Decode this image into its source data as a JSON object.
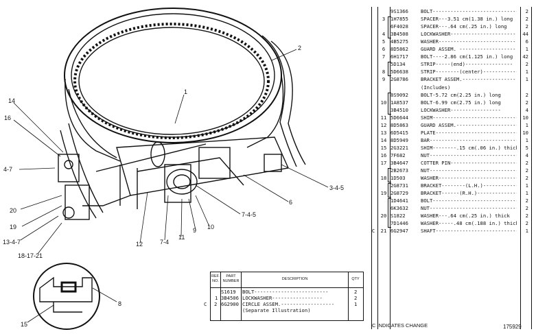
{
  "callouts": {
    "c1": "1",
    "c2": "2",
    "c14": "14",
    "c16": "16",
    "c47": "4-7",
    "c20": "20",
    "c19": "19",
    "c1347": "13-4-7",
    "c181721": "18-17-21",
    "c15": "15",
    "c8": "8",
    "c345": "3-4-5",
    "c6": "6",
    "c745": "7-4-5",
    "c10": "10",
    "c9": "9",
    "c11": "11",
    "c74": "7-4",
    "c12": "12"
  },
  "parts_list": [
    {
      "c": "",
      "ref": "",
      "pn": "9S1366",
      "desc": "BOLT---------------------------------",
      "qty": "2"
    },
    {
      "c": "",
      "ref": "3",
      "pn": "1H7855",
      "desc": "SPACER---3.51 cm(1.38 in.) long",
      "qty": "2"
    },
    {
      "c": "",
      "ref": "",
      "pn": "6F4028",
      "desc": "SPACER---.64 cm(.25 in.) long",
      "qty": "2"
    },
    {
      "c": "",
      "ref": "4",
      "pn": "3B4508",
      "desc": "LOCKWASHER----------------------",
      "qty": "44"
    },
    {
      "c": "",
      "ref": "5",
      "pn": "4B5275",
      "desc": "WASHER--------------------------",
      "qty": "6"
    },
    {
      "c": "",
      "ref": "6",
      "pn": "8D5862",
      "desc": "GUARD ASSEM. -------------------",
      "qty": "1"
    },
    {
      "c": "",
      "ref": "7",
      "pn": "6H1717",
      "desc": "BOLT----2.86 cm(1.125 in.) long",
      "qty": "42"
    },
    {
      "c": "",
      "ref": "",
      "pn": "5D134",
      "desc": "STRIP-----(end)----------------",
      "qty": "2"
    },
    {
      "c": "",
      "ref": "8",
      "pn": "5D6638",
      "desc": "STRIP--------(center)------------",
      "qty": "1"
    },
    {
      "c": "",
      "ref": "9",
      "pn": "2G8786",
      "desc": "BRACKET ASSEM.------------------",
      "qty": "1"
    },
    {
      "c": "",
      "ref": "",
      "pn": "",
      "desc": "     (Includes)",
      "qty": ""
    },
    {
      "c": "",
      "ref": "",
      "pn": "8S9092",
      "desc": "  BOLT-5.72 cm(2.25 in.) long",
      "qty": "2"
    },
    {
      "c": "",
      "ref": "10",
      "pn": "1A8537",
      "desc": "  BOLT-6.99 cm(2.75 in.) long",
      "qty": "2"
    },
    {
      "c": "",
      "ref": "",
      "pn": "3B4510",
      "desc": "  LOCKWASHER-----------------",
      "qty": "4"
    },
    {
      "c": "",
      "ref": "11",
      "pn": "5D6644",
      "desc": "SHIM-------------------------------",
      "qty": "10"
    },
    {
      "c": "",
      "ref": "12",
      "pn": "8D5863",
      "desc": "GUARD ASSEM.---------------------",
      "qty": "1"
    },
    {
      "c": "",
      "ref": "13",
      "pn": "6D5415",
      "desc": "PLATE-------------------------------",
      "qty": "10"
    },
    {
      "c": "",
      "ref": "14",
      "pn": "8D5949",
      "desc": "BAR----------------------------------",
      "qty": "1"
    },
    {
      "c": "",
      "ref": "15",
      "pn": "2G3221",
      "desc": "SHIM--------.15 cm(.06 in.) thick",
      "qty": "5"
    },
    {
      "c": "",
      "ref": "16",
      "pn": "7F682",
      "desc": "NUT----------------------------------",
      "qty": "4"
    },
    {
      "c": "",
      "ref": "17",
      "pn": "3B4647",
      "desc": "COTTER PIN-------------------------",
      "qty": "2"
    },
    {
      "c": "",
      "ref": "",
      "pn": "2B2673",
      "desc": "NUT-----------------------------------",
      "qty": "2"
    },
    {
      "c": "",
      "ref": "18",
      "pn": "1D503",
      "desc": "WASHER------------------------------",
      "qty": "2"
    },
    {
      "c": "",
      "ref": "",
      "pn": "2G8731",
      "desc": "BRACKET--------(L.H.)--------------",
      "qty": "1"
    },
    {
      "c": "",
      "ref": "19",
      "pn": "2G8729",
      "desc": "BRACKET------(R.H.)---------------",
      "qty": "1"
    },
    {
      "c": "",
      "ref": "",
      "pn": "1D4641",
      "desc": "BOLT----------------------------------",
      "qty": "2"
    },
    {
      "c": "",
      "ref": "",
      "pn": "6K3632",
      "desc": "NUT-----------------------------------",
      "qty": "2"
    },
    {
      "c": "",
      "ref": "20",
      "pn": "S1822",
      "desc": "WASHER---.64 cm(.25 in.) thick",
      "qty": "2"
    },
    {
      "c": "",
      "ref": "",
      "pn": "7D1446",
      "desc": "WASHER-----.48 cm(.188 in.) thick",
      "qty": "2"
    },
    {
      "c": "C",
      "ref": "21",
      "pn": "6G2947",
      "desc": "SHAFT-------------------------------",
      "qty": "1"
    }
  ],
  "footer_note": "C INDICATES CHANGE",
  "figure_number": "175929",
  "subtable": {
    "h_ref": "REF. NO.",
    "h_part": "PART NUMBER",
    "h_desc": "DESCRIPTION",
    "h_qty": "QTY",
    "rows": [
      {
        "c": "",
        "ref": "",
        "pn": "S1619",
        "desc": "BOLT-------------------------",
        "qty": "2"
      },
      {
        "c": "",
        "ref": "1",
        "pn": "3B4506",
        "desc": "LOCKWASHER-----------------",
        "qty": "2"
      },
      {
        "c": "C",
        "ref": "2",
        "pn": "6G2900",
        "desc": "CIRCLE ASSEM.------------------",
        "qty": "1"
      },
      {
        "c": "",
        "ref": "",
        "pn": "",
        "desc": "  (Separate Illustration)",
        "qty": ""
      }
    ]
  }
}
